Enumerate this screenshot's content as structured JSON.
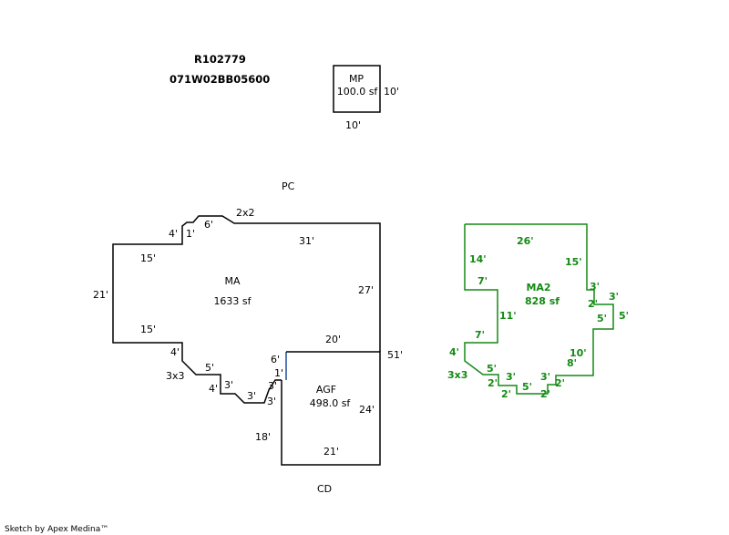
{
  "header": {
    "record_id": "R102779",
    "parcel_id": "071W02BB05600"
  },
  "footer": {
    "credit": "Sketch by Apex Medina™"
  },
  "colors": {
    "main": "#000000",
    "ma2": "#138a13",
    "link": "#1f4e9a"
  },
  "mp": {
    "label": "MP",
    "area": "100.0 sf",
    "dim_right": "10'",
    "dim_bottom": "10'"
  },
  "pc_label": "PC",
  "cd_label": "CD",
  "ma": {
    "label": "MA",
    "area": "1633 sf",
    "dims": [
      "2x2",
      "31'",
      "27'",
      "51'",
      "6'",
      "4'",
      "1'",
      "15'",
      "21'",
      "15'",
      "4'",
      "3x3",
      "5'",
      "4'",
      "3'",
      "3'",
      "3'",
      "1'",
      "6'",
      "20'"
    ]
  },
  "agf": {
    "label": "AGF",
    "area": "498.0 sf",
    "dims": [
      "24'",
      "18'",
      "21'"
    ]
  },
  "ma2": {
    "label": "MA2",
    "area": "828 sf",
    "dims": [
      "26'",
      "14'",
      "15'",
      "7'",
      "3'",
      "3'",
      "2'",
      "11'",
      "5'",
      "5'",
      "7'",
      "4'",
      "10'",
      "8'",
      "3x3",
      "5'",
      "3'",
      "3'",
      "2'",
      "2'",
      "5'",
      "2'",
      "2'"
    ]
  }
}
